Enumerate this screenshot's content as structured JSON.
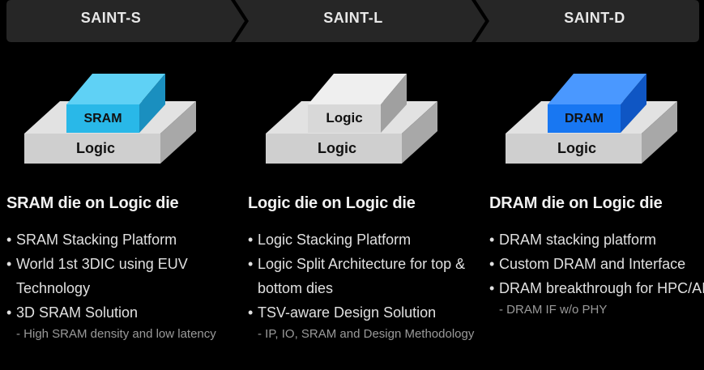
{
  "tabs": [
    "SAINT-S",
    "SAINT-L",
    "SAINT-D"
  ],
  "columns": [
    {
      "top_die_label": "SRAM",
      "bottom_die_label": "Logic",
      "top_die_color": "#29b8e8",
      "heading": "SRAM die on Logic die",
      "items": [
        {
          "type": "bullet",
          "text": "SRAM Stacking Platform"
        },
        {
          "type": "bullet",
          "text": "World 1st 3DIC using EUV Technology"
        },
        {
          "type": "bullet",
          "text": "3D SRAM Solution"
        },
        {
          "type": "sub",
          "text": "- High SRAM density and low latency"
        }
      ]
    },
    {
      "top_die_label": "Logic",
      "bottom_die_label": "Logic",
      "top_die_color": "#d8d8d8",
      "heading": "Logic die on Logic die",
      "items": [
        {
          "type": "bullet",
          "text": "Logic Stacking Platform"
        },
        {
          "type": "bullet",
          "text": "Logic Split Architecture for top & bottom dies"
        },
        {
          "type": "bullet",
          "text": "TSV-aware Design Solution"
        },
        {
          "type": "sub",
          "text": "- IP, IO, SRAM and Design Methodology"
        }
      ]
    },
    {
      "top_die_label": "DRAM",
      "bottom_die_label": "Logic",
      "top_die_color": "#1877f2",
      "heading": "DRAM die on Logic die",
      "items": [
        {
          "type": "bullet",
          "text": "DRAM stacking platform"
        },
        {
          "type": "bullet",
          "text": "Custom DRAM and Interface"
        },
        {
          "type": "bullet",
          "text": "DRAM breakthrough for HPC/AI"
        },
        {
          "type": "sub",
          "text": "- DRAM IF w/o PHY"
        }
      ]
    }
  ]
}
